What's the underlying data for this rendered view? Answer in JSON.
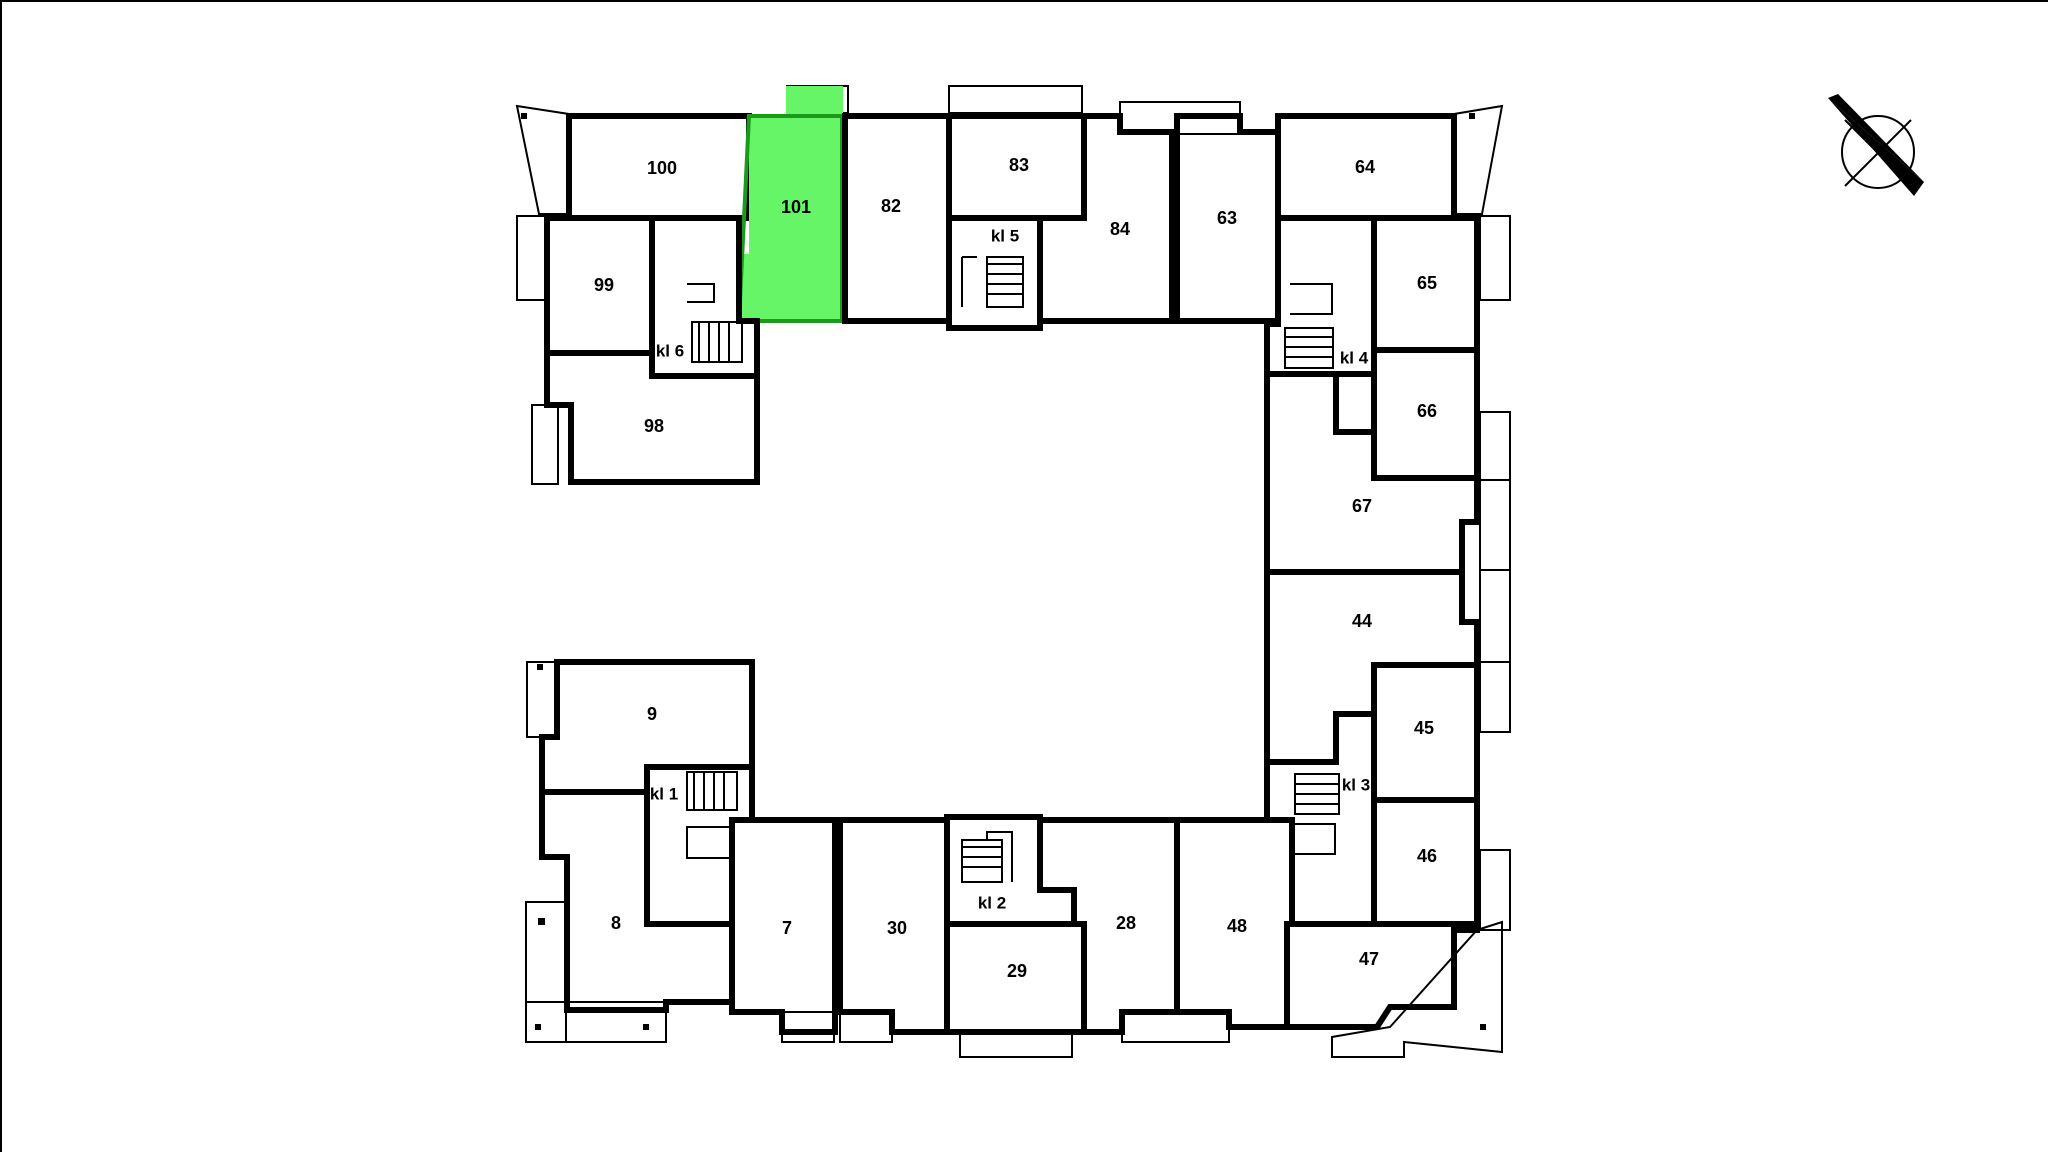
{
  "highlight_color": "#66f566",
  "highlight_label_color": "#1a8a1a",
  "selected_unit": "101",
  "units": [
    {
      "id": "100"
    },
    {
      "id": "101"
    },
    {
      "id": "82"
    },
    {
      "id": "83"
    },
    {
      "id": "84"
    },
    {
      "id": "63"
    },
    {
      "id": "64"
    },
    {
      "id": "99"
    },
    {
      "id": "65"
    },
    {
      "id": "98"
    },
    {
      "id": "66"
    },
    {
      "id": "67"
    },
    {
      "id": "44"
    },
    {
      "id": "9"
    },
    {
      "id": "45"
    },
    {
      "id": "46"
    },
    {
      "id": "8"
    },
    {
      "id": "7"
    },
    {
      "id": "30"
    },
    {
      "id": "28"
    },
    {
      "id": "48"
    },
    {
      "id": "47"
    },
    {
      "id": "29"
    }
  ],
  "staircases": [
    {
      "id": "kl 1"
    },
    {
      "id": "kl 2"
    },
    {
      "id": "kl 3"
    },
    {
      "id": "kl 4"
    },
    {
      "id": "kl 5"
    },
    {
      "id": "kl 6"
    }
  ],
  "compass": {
    "icon": "north-arrow-icon"
  }
}
